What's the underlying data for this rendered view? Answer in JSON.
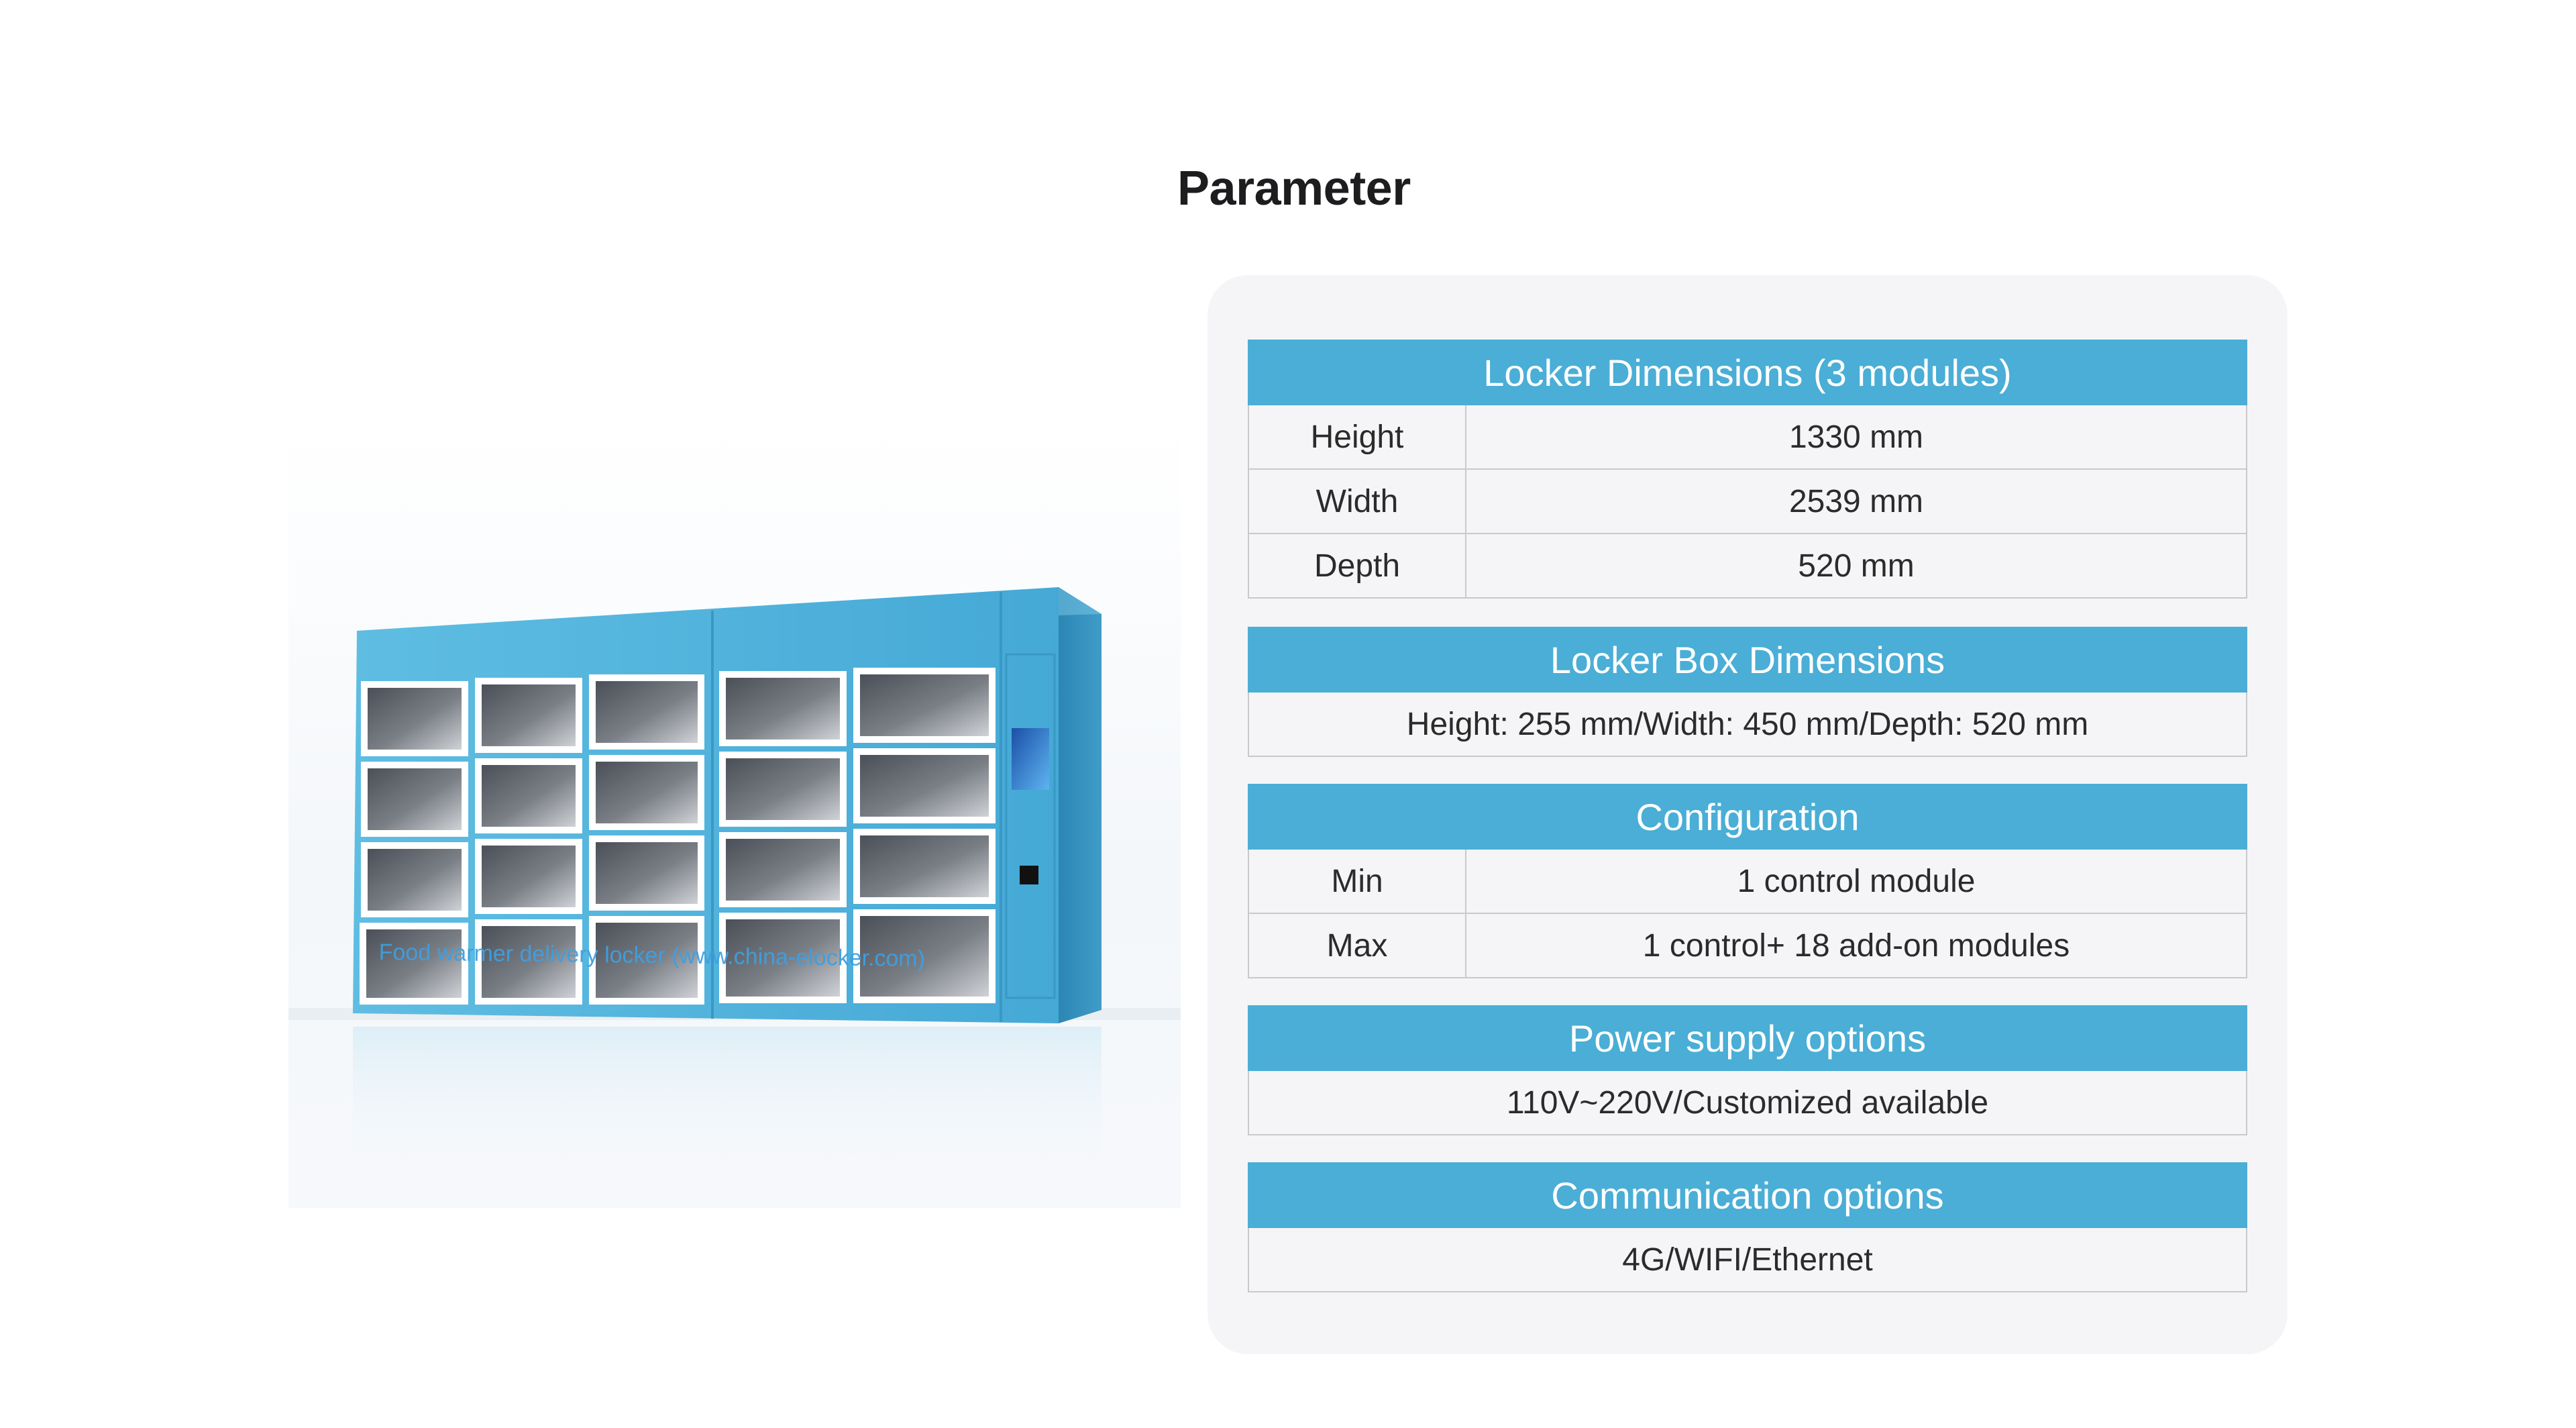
{
  "page": {
    "title": "Parameter"
  },
  "product": {
    "watermark": "Food warmer delivery locker (www.china-elocker.com)",
    "colors": {
      "cabinet": "#4aaed6",
      "side": "#2f86b3",
      "door_frame": "#ffffff",
      "compartment": "#5a5f66"
    }
  },
  "sections": {
    "locker_dimensions": {
      "title": "Locker Dimensions (3 modules)",
      "rows": [
        {
          "label": "Height",
          "value": "1330 mm"
        },
        {
          "label": "Width",
          "value": "2539 mm"
        },
        {
          "label": "Depth",
          "value": "520 mm"
        }
      ]
    },
    "box_dimensions": {
      "title": "Locker Box Dimensions",
      "value": "Height: 255 mm/Width: 450 mm/Depth: 520 mm"
    },
    "configuration": {
      "title": "Configuration",
      "rows": [
        {
          "label": "Min",
          "value": "1 control module"
        },
        {
          "label": "Max",
          "value": "1 control+ 18 add-on modules"
        }
      ]
    },
    "power": {
      "title": "Power supply options",
      "value": "110V~220V/Customized available"
    },
    "communication": {
      "title": "Communication options",
      "value": "4G/WIFI/Ethernet"
    }
  },
  "colors": {
    "header_bg": "#4aaed6",
    "panel_bg": "#f5f5f7",
    "border": "#c9c9c9"
  }
}
